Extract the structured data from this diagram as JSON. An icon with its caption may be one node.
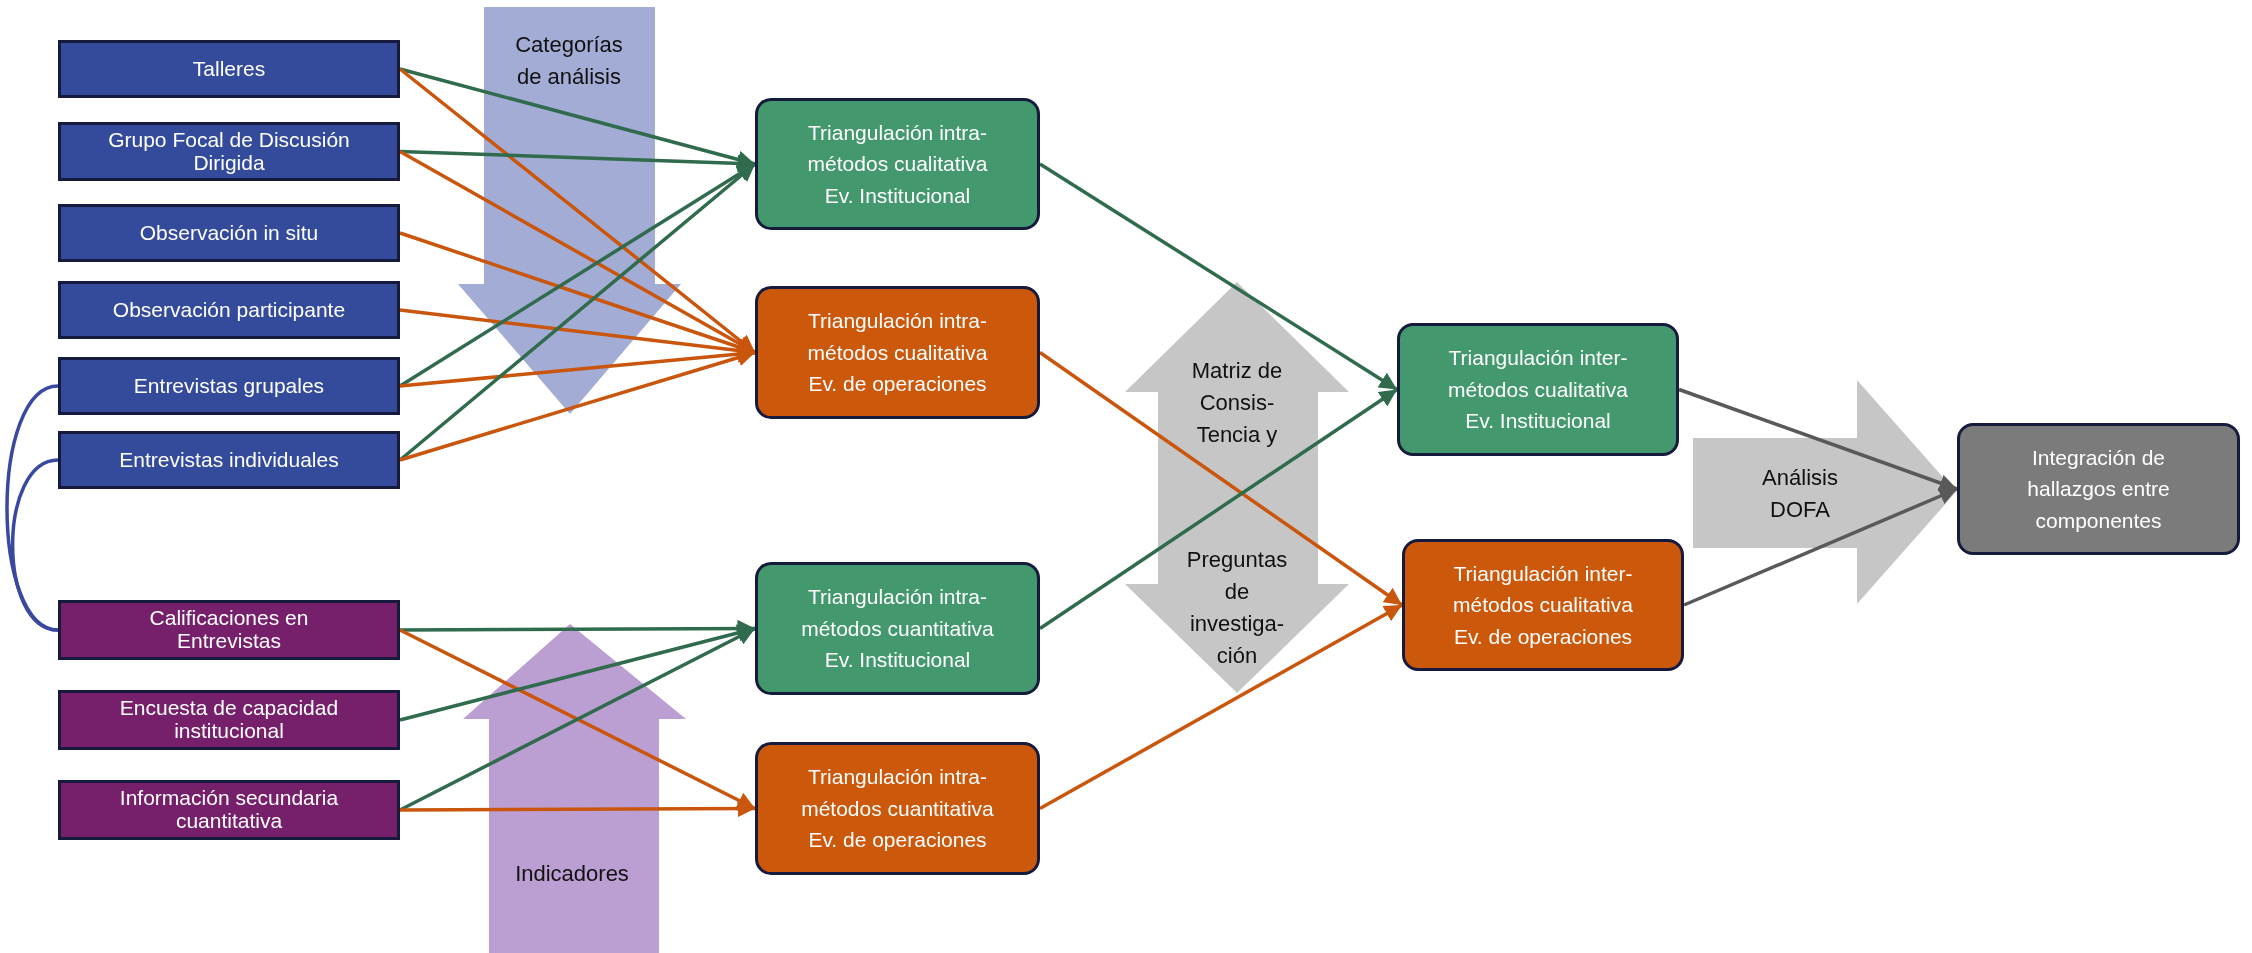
{
  "diagram": {
    "nodes": [
      {
        "text": [
          "Talleres"
        ]
      },
      {
        "text": [
          "Grupo Focal de Discusión Dirigida"
        ]
      },
      {
        "text": [
          "Observación in situ"
        ]
      },
      {
        "text": [
          "Observación participante"
        ]
      },
      {
        "text": [
          "Entrevistas grupales"
        ]
      },
      {
        "text": [
          "Entrevistas individuales"
        ]
      },
      {
        "text": [
          "Calificaciones en Entrevistas"
        ]
      },
      {
        "text": [
          "Encuesta de capacidad institucional"
        ]
      },
      {
        "text": [
          "Información secundaria cuantitativa"
        ]
      },
      {
        "text": [
          "Triangulación intra-métodos cualitativa Ev. Institucional"
        ]
      },
      {
        "text": [
          "Triangulación intra-métodos cualitativa Ev. de operaciones"
        ]
      },
      {
        "text": [
          "Triangulación intra-métodos cuantitativa Ev. Institucional"
        ]
      },
      {
        "text": [
          "Triangulación intra-métodos cuantitativa Ev. de operaciones"
        ]
      },
      {
        "text": [
          "Triangulación inter-métodos cualitativa Ev. Institucional"
        ]
      },
      {
        "text": [
          "Triangulación inter-métodos cualitativa Ev. de operaciones"
        ]
      },
      {
        "text": [
          "Integración de hallazgos entre componentes"
        ]
      }
    ],
    "labels": [
      "Categorías de análisis",
      "Matriz de Consis-Tencia y",
      "Análisis DOFA",
      "Preguntas de investiga-ción",
      "Indicadores"
    ],
    "edges": [
      {
        "from": 0,
        "to": 9,
        "arrow": "to",
        "color": "#2f6b4c"
      },
      {
        "from": 0,
        "to": 10,
        "arrow": "to"
      },
      {
        "from": 1,
        "to": 9,
        "arrow": "to",
        "color": "#2f6b4c"
      },
      {
        "from": 1,
        "to": 10,
        "arrow": "to"
      },
      {
        "from": 2,
        "to": 10,
        "arrow": "to"
      },
      {
        "from": 3,
        "to": 10,
        "arrow": "to"
      },
      {
        "from": 4,
        "to": 9,
        "arrow": "to",
        "color": "#2f6b4c"
      },
      {
        "from": 4,
        "to": 10,
        "arrow": "to"
      },
      {
        "from": 5,
        "to": 9,
        "arrow": "to",
        "color": "#2f6b4c"
      },
      {
        "from": 5,
        "to": 10,
        "arrow": "to"
      },
      {
        "from": 6,
        "to": 11,
        "arrow": "to",
        "color": "#2f6b4c"
      },
      {
        "from": 6,
        "to": 12,
        "arrow": "to"
      },
      {
        "from": 7,
        "to": 11,
        "arrow": "to",
        "color": "#2f6b4c"
      },
      {
        "from": 8,
        "to": 11,
        "arrow": "to",
        "color": "#2f6b4c"
      },
      {
        "from": 8,
        "to": 12,
        "arrow": "to"
      },
      {
        "from": 9,
        "to": 13,
        "arrow": "to",
        "color": "#2f6b4c"
      },
      {
        "from": 10,
        "to": 14,
        "arrow": "to"
      },
      {
        "from": 11,
        "to": 13,
        "arrow": "to",
        "color": "#2f6b4c"
      },
      {
        "from": 12,
        "to": 14,
        "arrow": "to"
      },
      {
        "from": 13,
        "to": 15,
        "arrow": "to",
        "color": "#595959"
      },
      {
        "from": 14,
        "to": 15,
        "arrow": "to",
        "color": "#595959"
      },
      {
        "from": 4,
        "to": 6,
        "arrow": "none",
        "color": "#3a49a0"
      },
      {
        "from": 5,
        "to": 6,
        "arrow": "none",
        "color": "#3a49a0"
      }
    ]
  }
}
